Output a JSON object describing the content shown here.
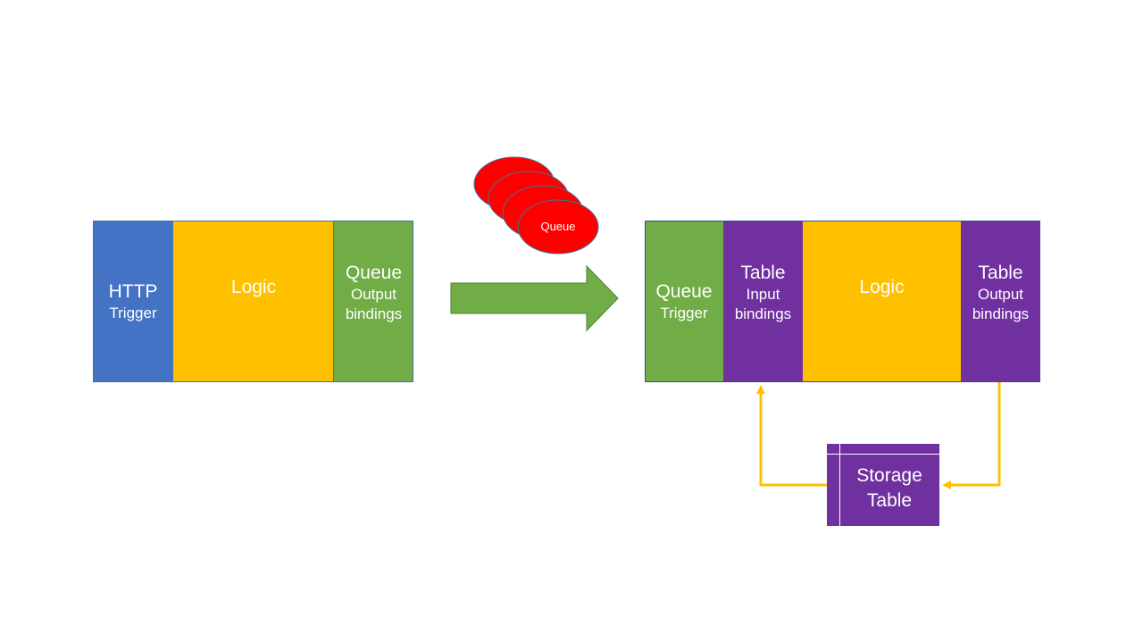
{
  "left_function": {
    "trigger": {
      "title": "HTTP",
      "subtitle": "Trigger"
    },
    "logic": {
      "title": "Logic"
    },
    "output": {
      "title": "Queue",
      "subtitle_line1": "Output",
      "subtitle_line2": "bindings"
    }
  },
  "queue_messages": {
    "label": "Queue",
    "count": 4
  },
  "right_function": {
    "trigger": {
      "title": "Queue",
      "subtitle": "Trigger"
    },
    "input": {
      "title": "Table",
      "subtitle_line1": "Input",
      "subtitle_line2": "bindings"
    },
    "logic": {
      "title": "Logic"
    },
    "output": {
      "title": "Table",
      "subtitle_line1": "Output",
      "subtitle_line2": "bindings"
    }
  },
  "storage": {
    "line1": "Storage",
    "line2": "Table"
  },
  "colors": {
    "http_trigger": "#4472c4",
    "logic": "#ffc000",
    "queue": "#70ad47",
    "table": "#7030a0",
    "message": "#ff0000",
    "connector": "#ffc000"
  }
}
